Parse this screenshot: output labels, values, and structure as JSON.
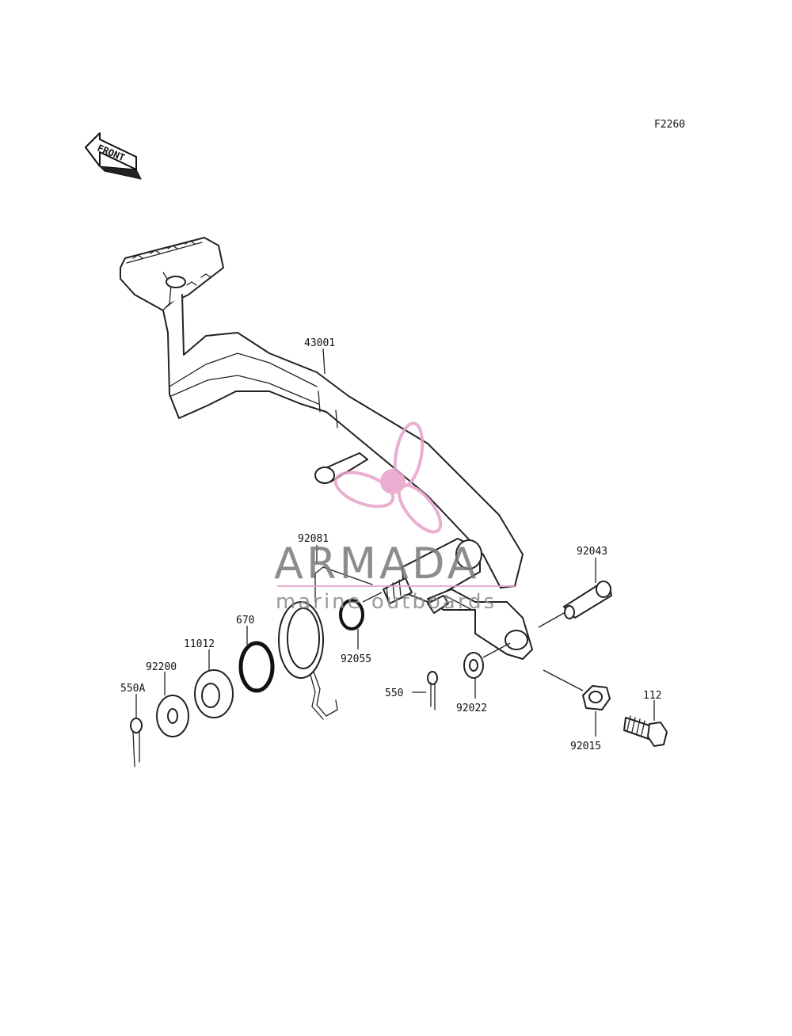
{
  "diagram": {
    "ref_code": "F2260",
    "front_label": "FRONT",
    "parts": [
      {
        "id": "p43001",
        "label": "43001"
      },
      {
        "id": "p92081",
        "label": "92081"
      },
      {
        "id": "p92043",
        "label": "92043"
      },
      {
        "id": "p670",
        "label": "670"
      },
      {
        "id": "p11012",
        "label": "11012"
      },
      {
        "id": "p92200",
        "label": "92200"
      },
      {
        "id": "p550A",
        "label": "550A"
      },
      {
        "id": "p92055",
        "label": "92055"
      },
      {
        "id": "p550",
        "label": "550"
      },
      {
        "id": "p92022",
        "label": "92022"
      },
      {
        "id": "p92015",
        "label": "92015"
      },
      {
        "id": "p112",
        "label": "112"
      }
    ]
  },
  "watermark": {
    "brand": "ARMADA",
    "tagline": "marine outboards",
    "logo_color": "#e8a0c8",
    "text_color": "#7a7a7a"
  }
}
